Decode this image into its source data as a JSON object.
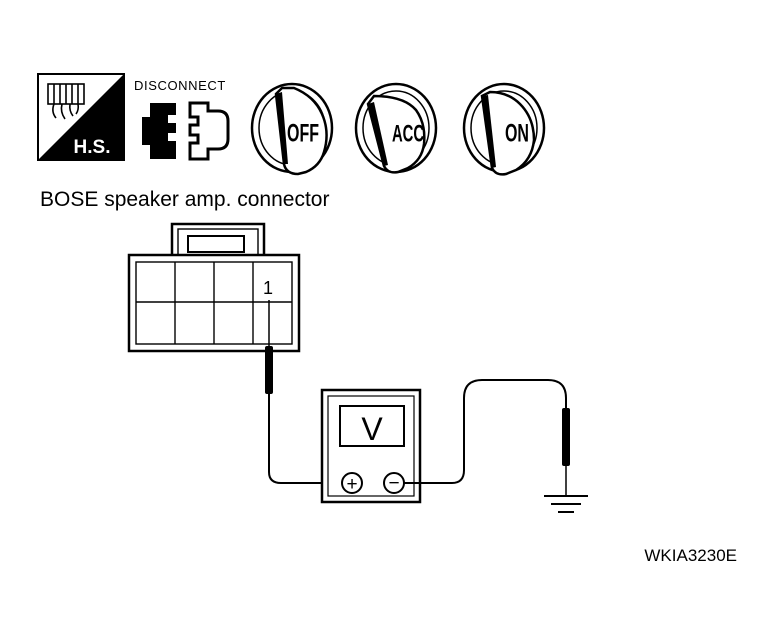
{
  "icons": {
    "hs_label": "H.S.",
    "disconnect_label": "DISCONNECT",
    "key_positions": [
      "OFF",
      "ACC",
      "ON"
    ]
  },
  "connector": {
    "title": "BOSE speaker amp. connector",
    "terminal": "1"
  },
  "meter": {
    "display": "V",
    "positive_symbol": "+",
    "negative_symbol": "−"
  },
  "figure_code": "WKIA3230E",
  "colors": {
    "ink": "#000000",
    "paper": "#ffffff"
  }
}
